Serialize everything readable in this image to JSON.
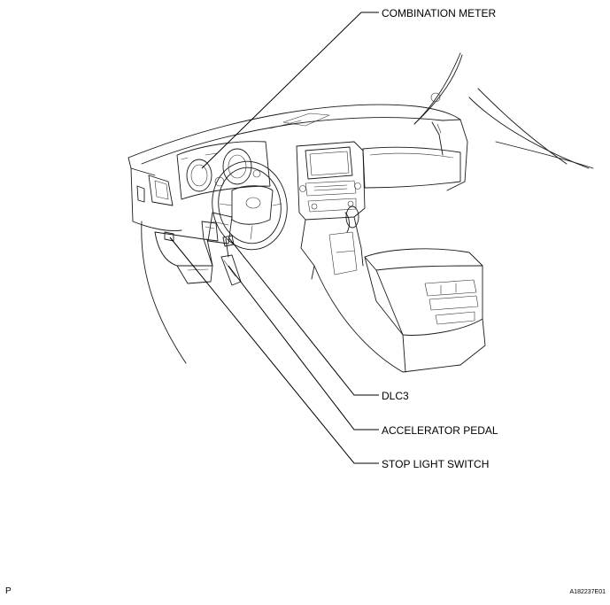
{
  "callouts": {
    "combination_meter": "COMBINATION METER",
    "dlc3": "DLC3",
    "accelerator_pedal": "ACCELERATOR PEDAL",
    "stop_light_switch": "STOP LIGHT SWITCH"
  },
  "footer": {
    "corner_mark": "P",
    "figure_code": "A182237E01"
  },
  "colors": {
    "line": "#1a1a1a",
    "background": "#ffffff"
  }
}
